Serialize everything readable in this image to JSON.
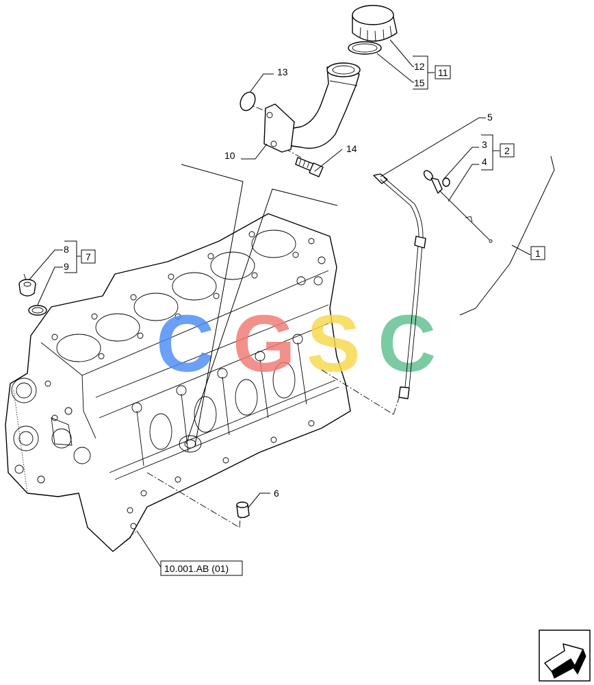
{
  "callouts": {
    "c1": "1",
    "c2": "2",
    "c3": "3",
    "c4": "4",
    "c5": "5",
    "c6": "6",
    "c7": "7",
    "c8": "8",
    "c9": "9",
    "c10": "10",
    "c11": "11",
    "c12": "12",
    "c13": "13",
    "c14": "14",
    "c15": "15"
  },
  "reference": "10.001.AB (01)",
  "watermark": {
    "letters": [
      "C",
      "G",
      "S",
      "C"
    ],
    "colors": [
      "#4a8cf5",
      "#f07a74",
      "#f7d84a",
      "#5fbf8f"
    ]
  },
  "nav_icon": "next-page-arrow-icon"
}
